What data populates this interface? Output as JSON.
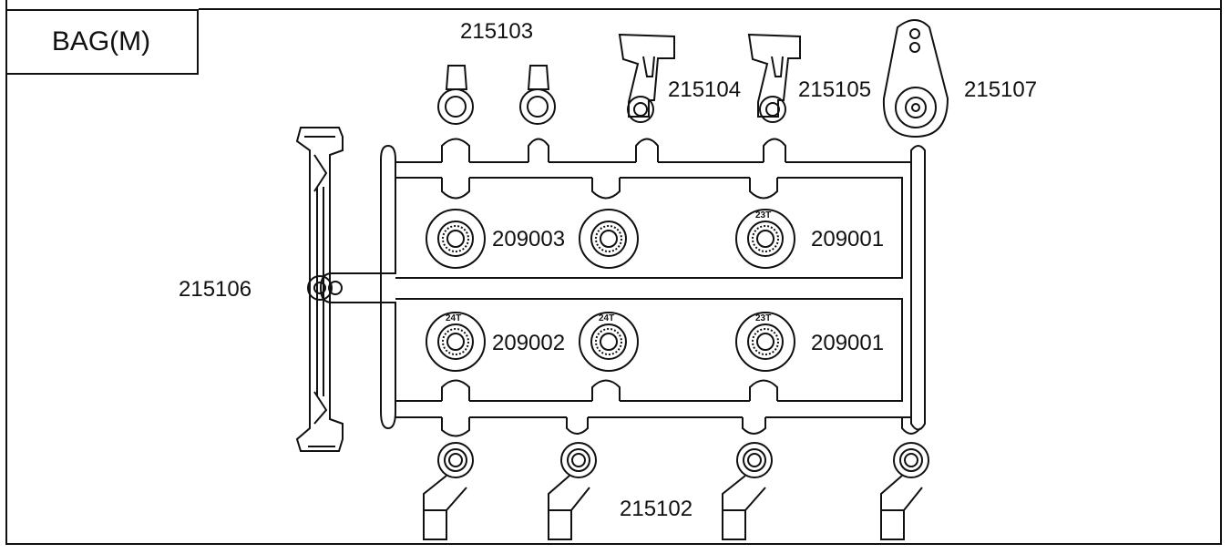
{
  "bag": {
    "label": "BAG(M)"
  },
  "parts": {
    "p215103": "215103",
    "p215104": "215104",
    "p215105": "215105",
    "p215107": "215107",
    "p215106": "215106",
    "p209003": "209003",
    "p209001_top": "209001",
    "p209002": "209002",
    "p209001_bot": "209001",
    "p215102": "215102"
  },
  "tooth_marks": {
    "t24a": "24T",
    "t24b": "24T",
    "t23a": "23T",
    "t23b": "23T"
  }
}
